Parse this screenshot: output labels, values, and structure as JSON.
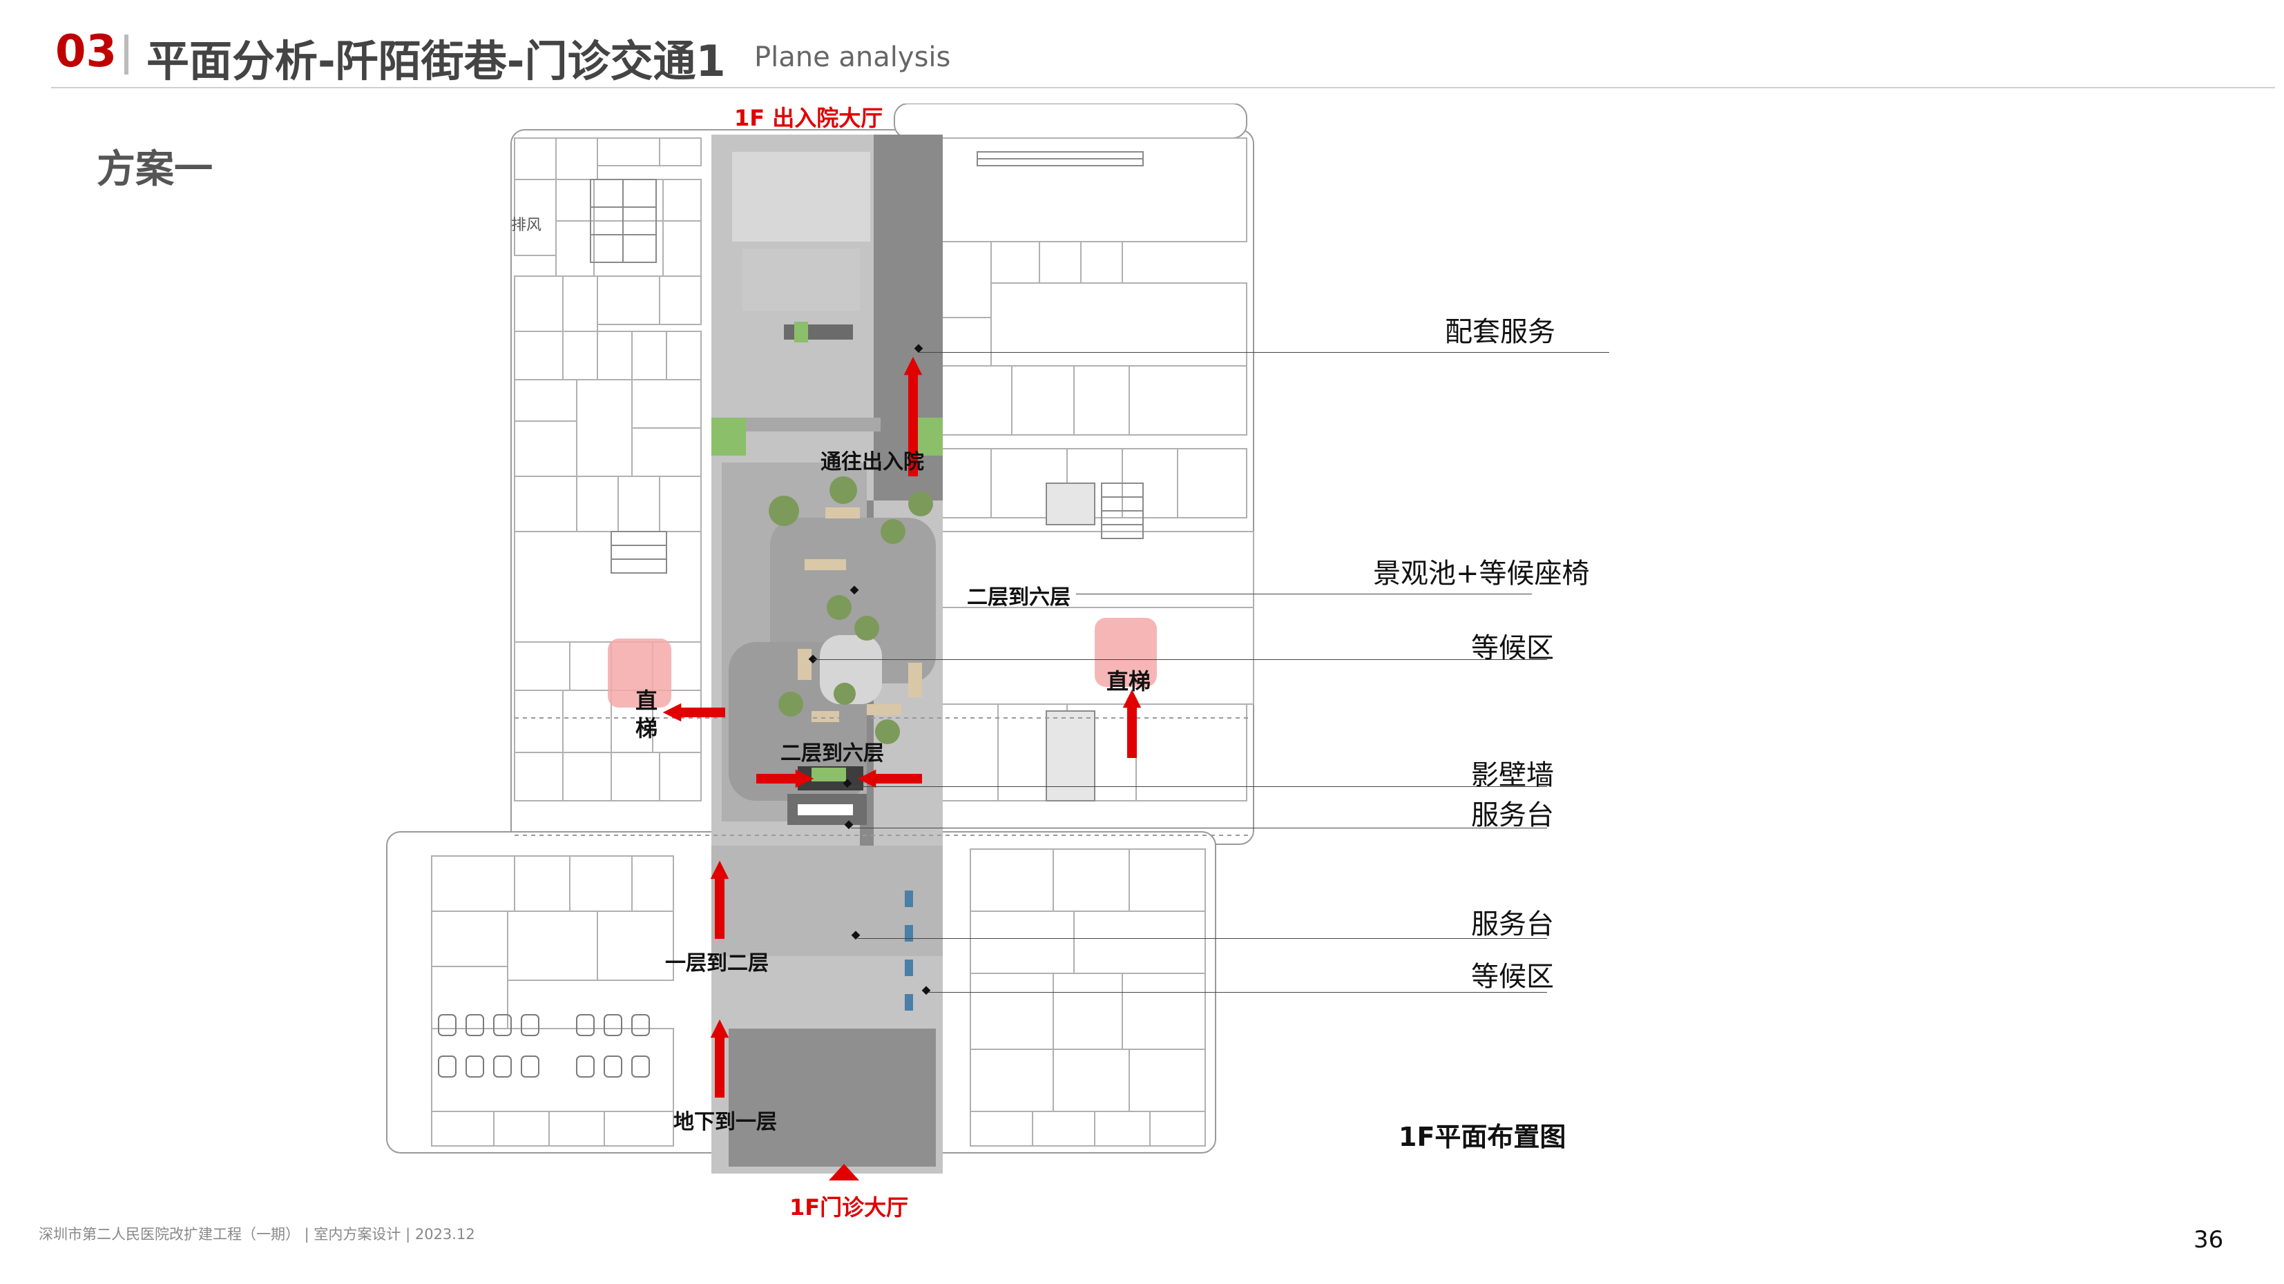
{
  "header": {
    "section_number": "03",
    "title": "平面分析-阡陌街巷-门诊交通1",
    "subtitle": "Plane analysis"
  },
  "scheme_label": "方案一",
  "plan": {
    "top_entrance": "1F 出入院大厅",
    "bottom_entrance": "1F门诊大厅",
    "plan_title": "1F平面布置图",
    "room_labels": [
      "排风",
      "直梯",
      "直梯"
    ],
    "flow_labels": {
      "to_inpatient": "通往出入院",
      "floor_2_to_6_right": "二层到六层",
      "floor_2_to_6_center": "二层到六层",
      "floor_1_to_2": "一层到二层",
      "basement_to_1": "地下到一层",
      "elevator_left": "直\n梯",
      "elevator_right": "直梯"
    }
  },
  "callouts": [
    "配套服务",
    "景观池+等候座椅",
    "等候区",
    "影壁墙",
    "服务台",
    "服务台",
    "等候区"
  ],
  "colors": {
    "accent_red": "#e00000",
    "header_red": "#c00000",
    "corridor_gray": "#bdbdbd",
    "dark_gray": "#7f7f7f",
    "green": "#8bbf6a"
  },
  "footer": {
    "text": "深圳市第二人民医院改扩建工程（一期）  |  室内方案设计  |  2023.12",
    "page_number": "36"
  }
}
